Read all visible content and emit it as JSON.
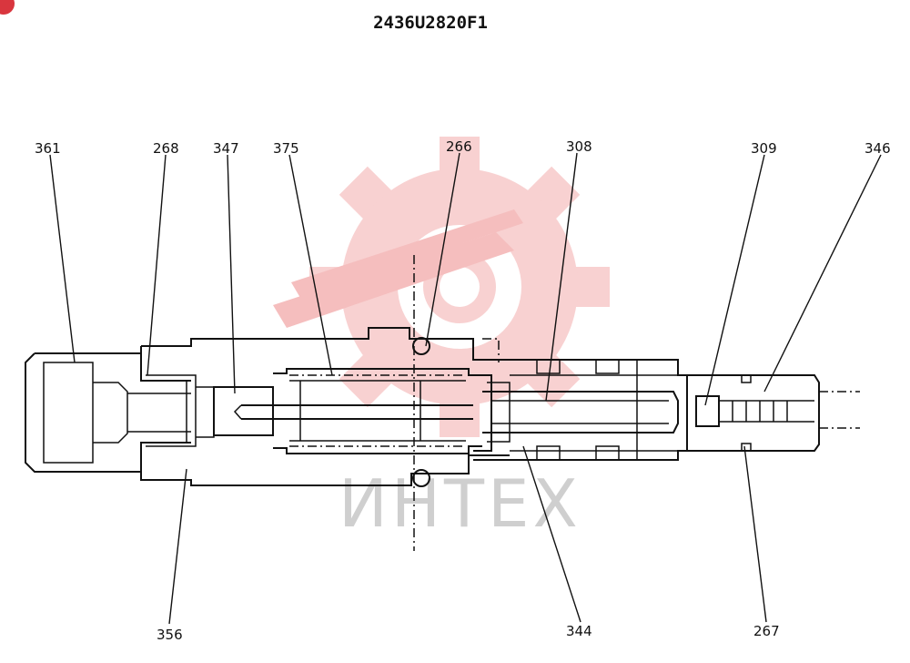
{
  "title": "2436U2820F1",
  "watermark": "ИНТЕХ",
  "colors": {
    "watermark_logo": "#f7c9c9",
    "watermark_text": "#cfcfcf",
    "line": "#111111",
    "badge": "#d9363e"
  },
  "callouts": {
    "c361": "361",
    "c268": "268",
    "c347": "347",
    "c375": "375",
    "c266": "266",
    "c308": "308",
    "c309": "309",
    "c346": "346",
    "c356": "356",
    "c344": "344",
    "c267": "267"
  }
}
